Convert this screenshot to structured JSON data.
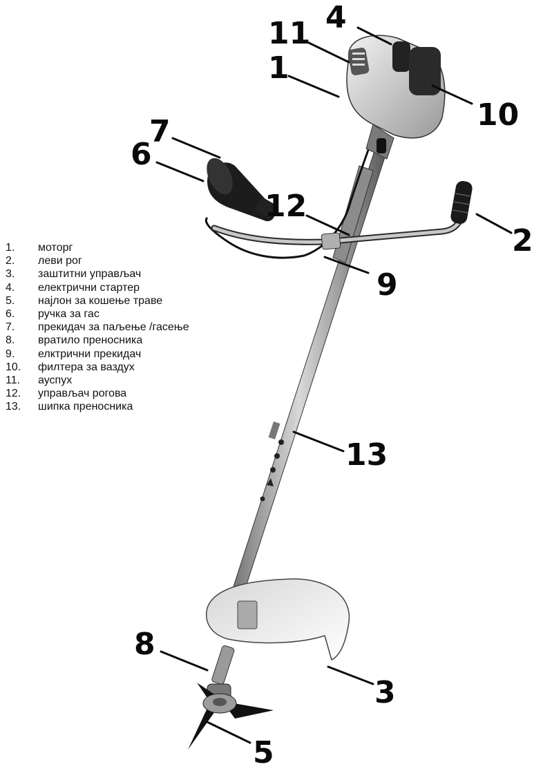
{
  "figure": {
    "description_free": true,
    "callouts": [
      {
        "id": "1",
        "label": "1"
      },
      {
        "id": "2",
        "label": "2"
      },
      {
        "id": "3",
        "label": "3"
      },
      {
        "id": "4",
        "label": "4"
      },
      {
        "id": "5",
        "label": "5"
      },
      {
        "id": "6",
        "label": "6"
      },
      {
        "id": "7",
        "label": "7"
      },
      {
        "id": "8",
        "label": "8"
      },
      {
        "id": "9",
        "label": "9"
      },
      {
        "id": "10",
        "label": "10"
      },
      {
        "id": "11",
        "label": "11"
      },
      {
        "id": "12",
        "label": "12"
      },
      {
        "id": "13",
        "label": "13"
      }
    ]
  },
  "legend": {
    "items": [
      {
        "num": "1.",
        "text": "моторг"
      },
      {
        "num": "2.",
        "text": "леви рог"
      },
      {
        "num": "3.",
        "text": "заштитни управљач"
      },
      {
        "num": "4.",
        "text": "електрични стартер"
      },
      {
        "num": "5.",
        "text": "најлон за кошење траве"
      },
      {
        "num": "6.",
        "text": "ручка за гас"
      },
      {
        "num": "7.",
        "text": "прекидач за паљење /гасење"
      },
      {
        "num": "8.",
        "text": "вратило преносника"
      },
      {
        "num": "9.",
        "text": "елктрични прекидач"
      },
      {
        "num": "10.",
        "text": "филтера за ваздух"
      },
      {
        "num": "11.",
        "text": "ауспух"
      },
      {
        "num": "12.",
        "text": "управљач рогова"
      },
      {
        "num": "13.",
        "text": "шипка преносника"
      }
    ]
  }
}
